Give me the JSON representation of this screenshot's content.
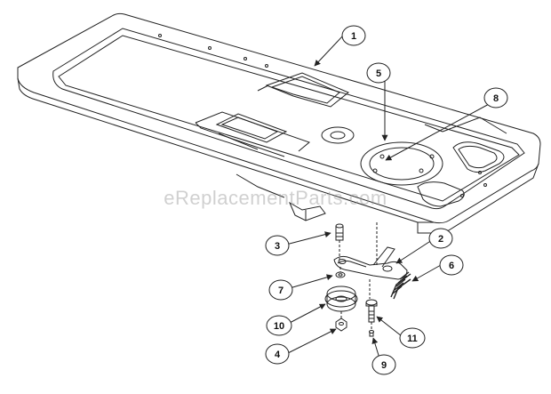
{
  "watermark": "eReplacementParts.com",
  "callouts": [
    {
      "id": "1",
      "label": "1"
    },
    {
      "id": "2",
      "label": "2"
    },
    {
      "id": "3",
      "label": "3"
    },
    {
      "id": "4",
      "label": "4"
    },
    {
      "id": "5",
      "label": "5"
    },
    {
      "id": "6",
      "label": "6"
    },
    {
      "id": "7",
      "label": "7"
    },
    {
      "id": "8",
      "label": "8"
    },
    {
      "id": "9",
      "label": "9"
    },
    {
      "id": "10",
      "label": "10"
    },
    {
      "id": "11",
      "label": "11"
    }
  ],
  "colors": {
    "line": "#222222",
    "background": "#ffffff",
    "watermark": "#969696"
  }
}
